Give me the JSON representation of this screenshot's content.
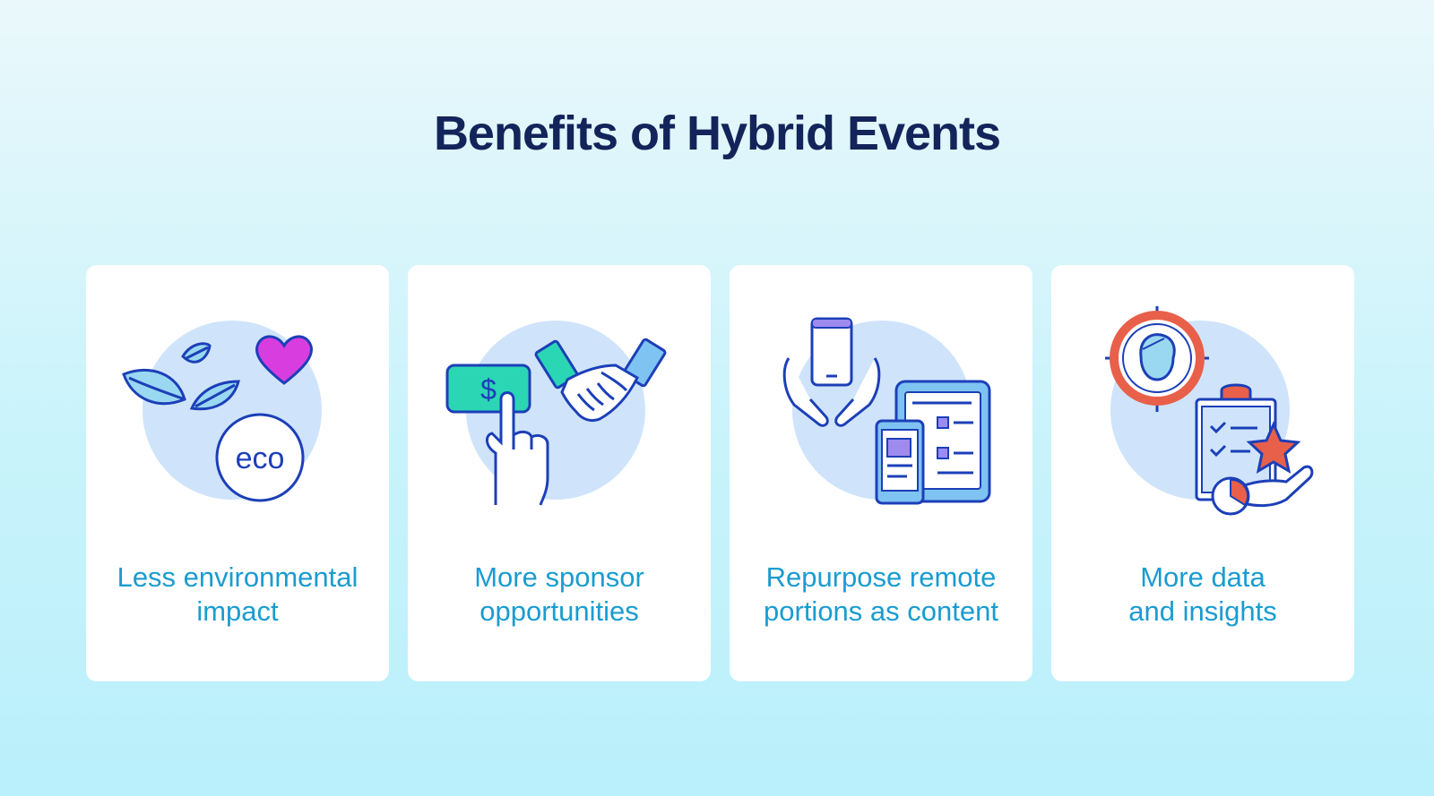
{
  "title": "Benefits of Hybrid Events",
  "cards": [
    {
      "lines": [
        "Less environmental",
        "impact"
      ],
      "icon": "eco-leaves-heart-icon",
      "badge_text": "eco"
    },
    {
      "lines": [
        "More sponsor",
        "opportunities"
      ],
      "icon": "sponsor-money-handshake-icon",
      "badge_text": "$"
    },
    {
      "lines": [
        "Repurpose remote",
        "portions as content"
      ],
      "icon": "devices-content-icon"
    },
    {
      "lines": [
        "More data",
        "and insights"
      ],
      "icon": "data-insights-target-icon"
    }
  ],
  "colors": {
    "title": "#13245a",
    "label": "#1a9cd0",
    "icon_stroke": "#1c3fb8",
    "icon_bg_circle": "#cfe4fa",
    "accent_teal": "#2bd6b4",
    "accent_pink": "#d83de0",
    "accent_red": "#e8604a"
  }
}
